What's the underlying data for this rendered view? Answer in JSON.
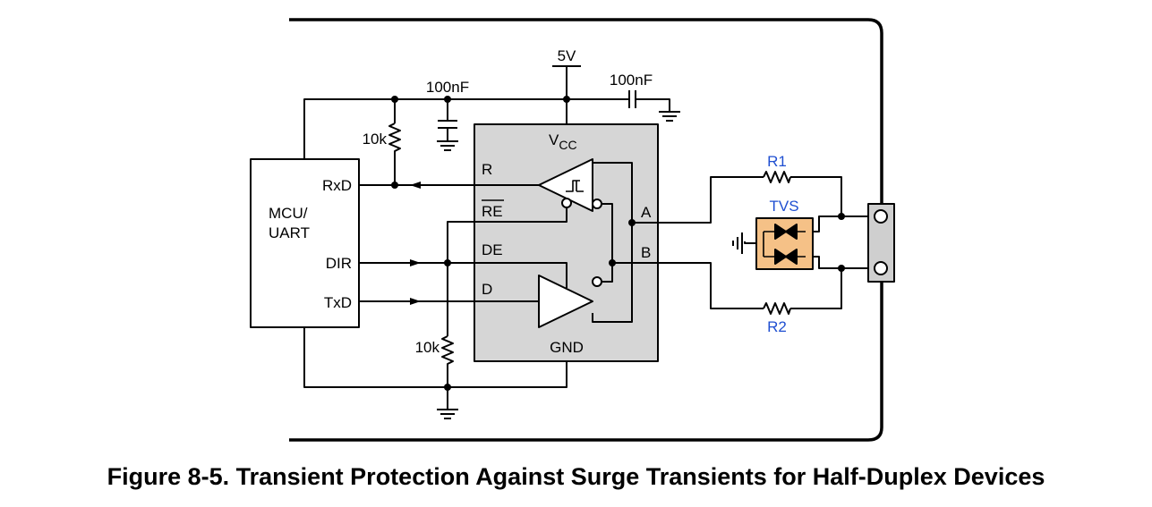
{
  "caption": "Figure 8-5. Transient Protection Against Surge Transients for Half-Duplex Devices",
  "mcu": {
    "name_line1": "MCU/",
    "name_line2": "UART",
    "pin_rxd": "RxD",
    "pin_dir": "DIR",
    "pin_txd": "TxD"
  },
  "transceiver": {
    "vcc_main": "V",
    "vcc_sub": "CC",
    "gnd": "GND",
    "pin_r": "R",
    "pin_re": "RE",
    "pin_de": "DE",
    "pin_d": "D",
    "pin_a": "A",
    "pin_b": "B"
  },
  "supply": "5V",
  "components": {
    "cap_left": "100nF",
    "cap_right": "100nF",
    "res_pullup": "10k",
    "res_pulldown": "10k",
    "r1": "R1",
    "r2": "R2",
    "tvs": "TVS"
  },
  "colors": {
    "label_blue": "#1f4fd1",
    "ic_fill": "#d6d6d6",
    "tvs_fill": "#f5c187",
    "connector_fill": "#cfcfcf"
  }
}
